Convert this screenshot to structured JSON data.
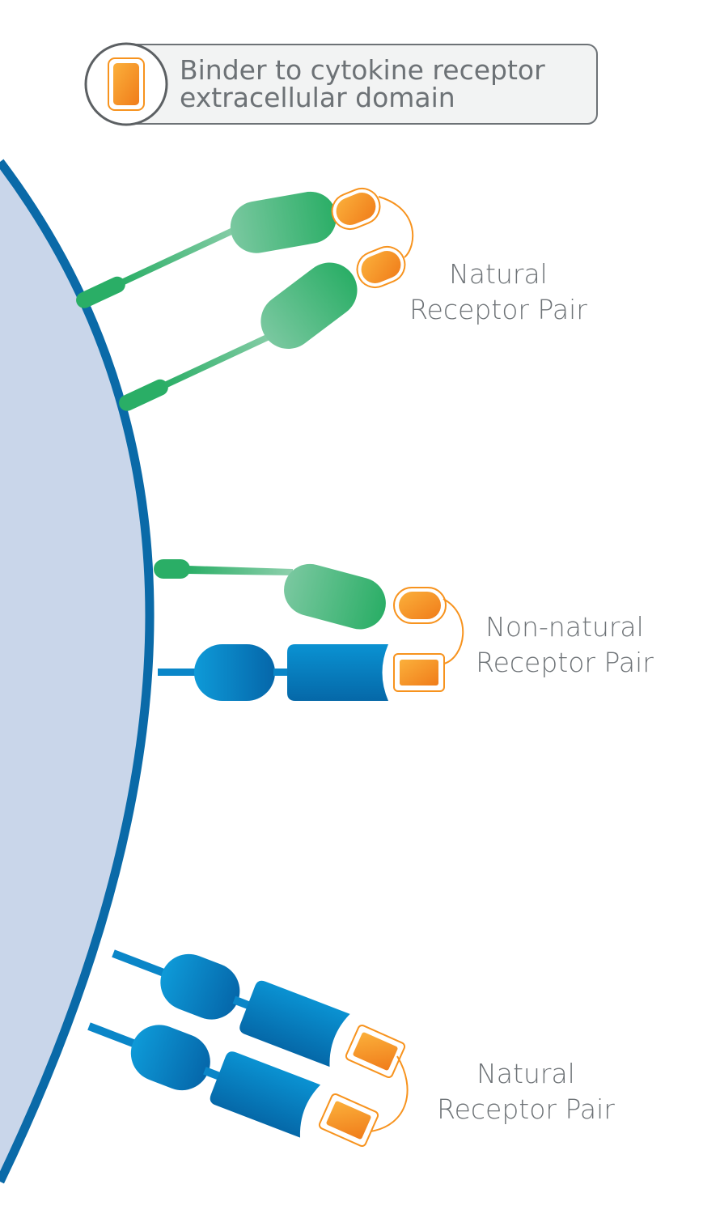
{
  "legend": {
    "line1": "Binder to cytokine receptor",
    "line2": "extracellular domain"
  },
  "groups": [
    {
      "line1": "Natural",
      "line2": "Receptor Pair"
    },
    {
      "line1": "Non-natural",
      "line2": "Receptor Pair"
    },
    {
      "line1": "Natural",
      "line2": "Receptor Pair"
    }
  ],
  "colors": {
    "cell_fill": "#c9d6ea",
    "membrane": "#0a6aa8",
    "green_receptor": "#2db36d",
    "blue_receptor": "#0a86c8",
    "binder": "#f7931e",
    "legend_bg": "#f2f3f3"
  }
}
